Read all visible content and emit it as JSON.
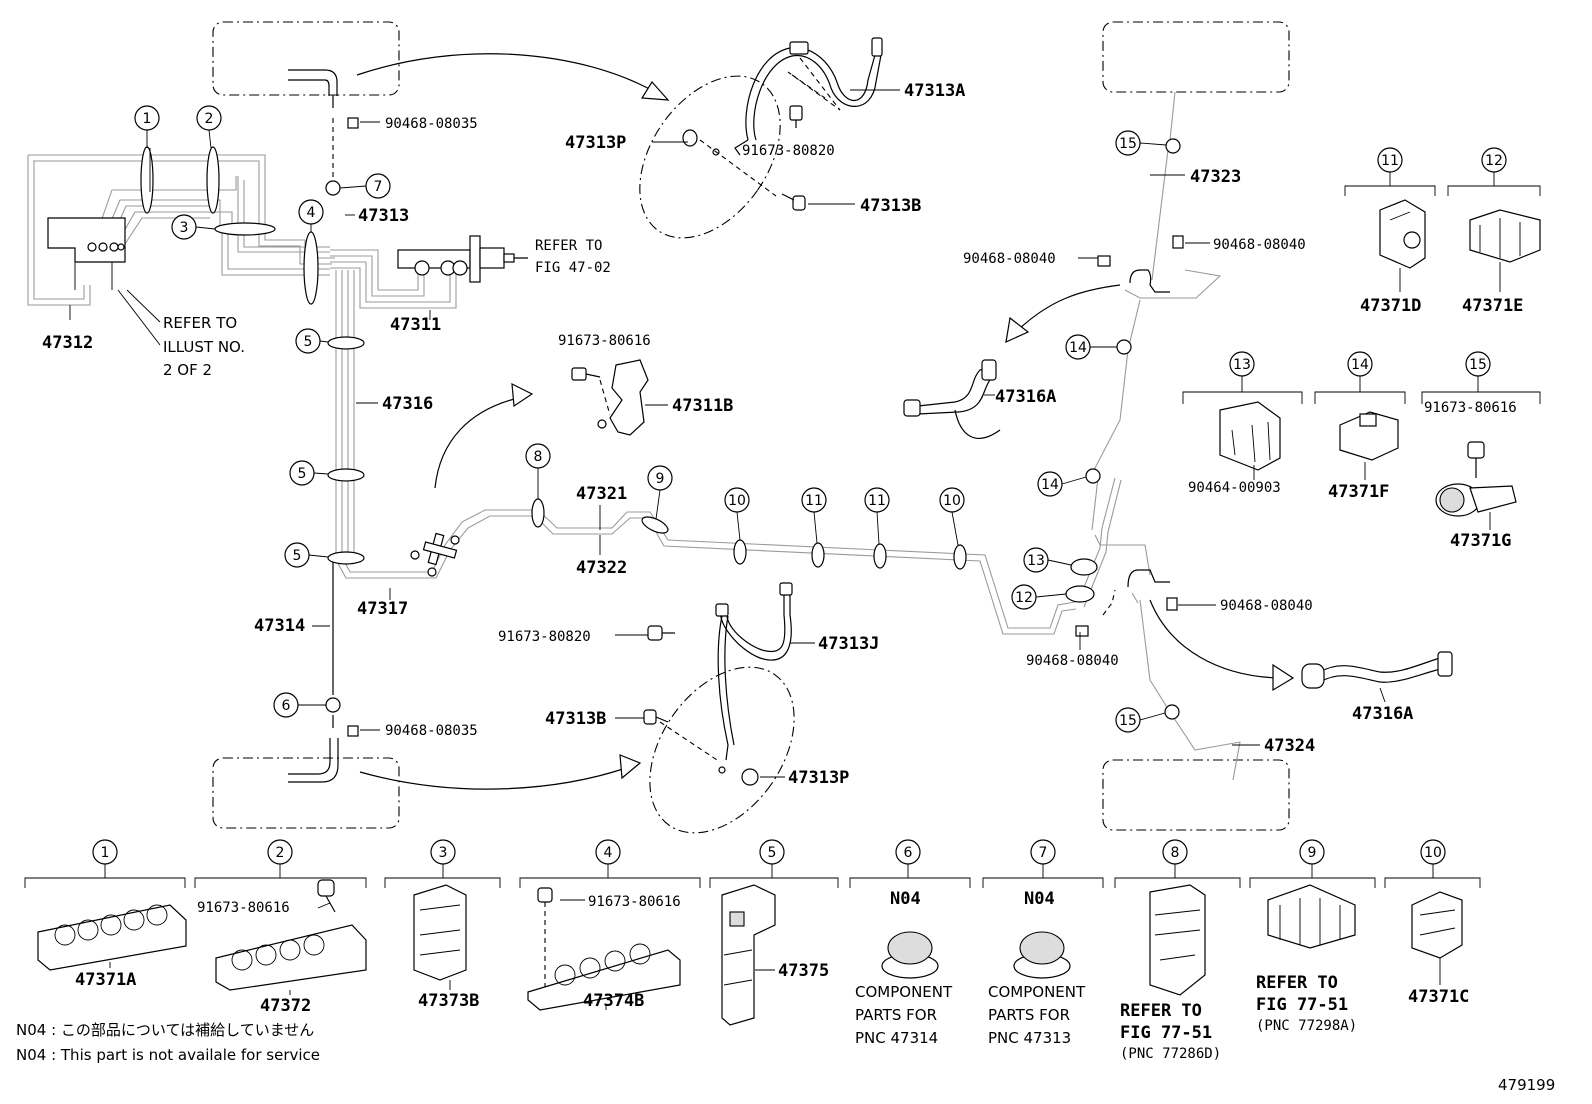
{
  "labels": {
    "p47313A": "47313A",
    "p47313P_top": "47313P",
    "p91673_80820_top": "91673-80820",
    "p47313B_top": "47313B",
    "p90468_08035_top": "90468-08035",
    "p47313": "47313",
    "p47312": "47312",
    "p47311": "47311",
    "p47316": "47316",
    "p91673_80616_mid": "91673-80616",
    "p47311B": "47311B",
    "p47321": "47321",
    "p47322": "47322",
    "p47317": "47317",
    "p47314": "47314",
    "p91673_80820_bot": "91673-80820",
    "p47313J": "47313J",
    "p47313B_bot": "47313B",
    "p47313P_bot": "47313P",
    "p90468_08035_bot": "90468-08035",
    "p47323": "47323",
    "p90468_08040_a": "90468-08040",
    "p90468_08040_b": "90468-08040",
    "p47316A_top": "47316A",
    "p90468_08040_c": "90468-08040",
    "p90468_08040_d": "90468-08040",
    "p47316A_bot": "47316A",
    "p47324": "47324",
    "p47371D": "47371D",
    "p47371E": "47371E",
    "p90464_00903": "90464-00903",
    "p47371F": "47371F",
    "p91673_80616_r": "91673-80616",
    "p47371G": "47371G",
    "p47371A": "47371A",
    "p91673_80616_b2": "91673-80616",
    "p47372": "47372",
    "p47373B": "47373B",
    "p91673_80616_b4": "91673-80616",
    "p47374B": "47374B",
    "p47375": "47375",
    "p47371C": "47371C",
    "n04_a": "N04",
    "n04_b": "N04"
  },
  "refer": {
    "fig4702_l1": "REFER TO",
    "fig4702_l2": "FIG 47-02",
    "illust_l1": "REFER TO",
    "illust_l2": "ILLUST NO.",
    "illust_l3": "2 OF 2",
    "b8_l1": "REFER TO",
    "b8_l2": "FIG 77-51",
    "b8_l3": "(PNC 77286D)",
    "b9_l1": "REFER TO",
    "b9_l2": "FIG 77-51",
    "b9_l3": "(PNC 77298A)"
  },
  "component": {
    "a_l1": "COMPONENT",
    "a_l2": "PARTS FOR",
    "a_l3": "PNC 47314",
    "b_l1": "COMPONENT",
    "b_l2": "PARTS FOR",
    "b_l3": "PNC 47313"
  },
  "callouts": [
    "1",
    "2",
    "3",
    "4",
    "5",
    "6",
    "7",
    "8",
    "9",
    "10",
    "11",
    "12",
    "13",
    "14",
    "15"
  ],
  "notes": {
    "jp": "N04 : この部品については補給していません",
    "en": "N04 :  This part is not availale for service"
  },
  "figure_no": "479199"
}
